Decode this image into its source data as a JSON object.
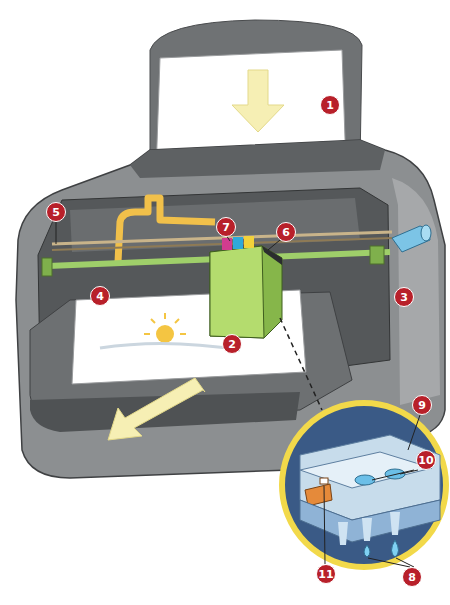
{
  "diagram": {
    "labels": [
      "1",
      "5",
      "7",
      "6",
      "4",
      "2",
      "3",
      "9",
      "10",
      "11",
      "8"
    ]
  }
}
